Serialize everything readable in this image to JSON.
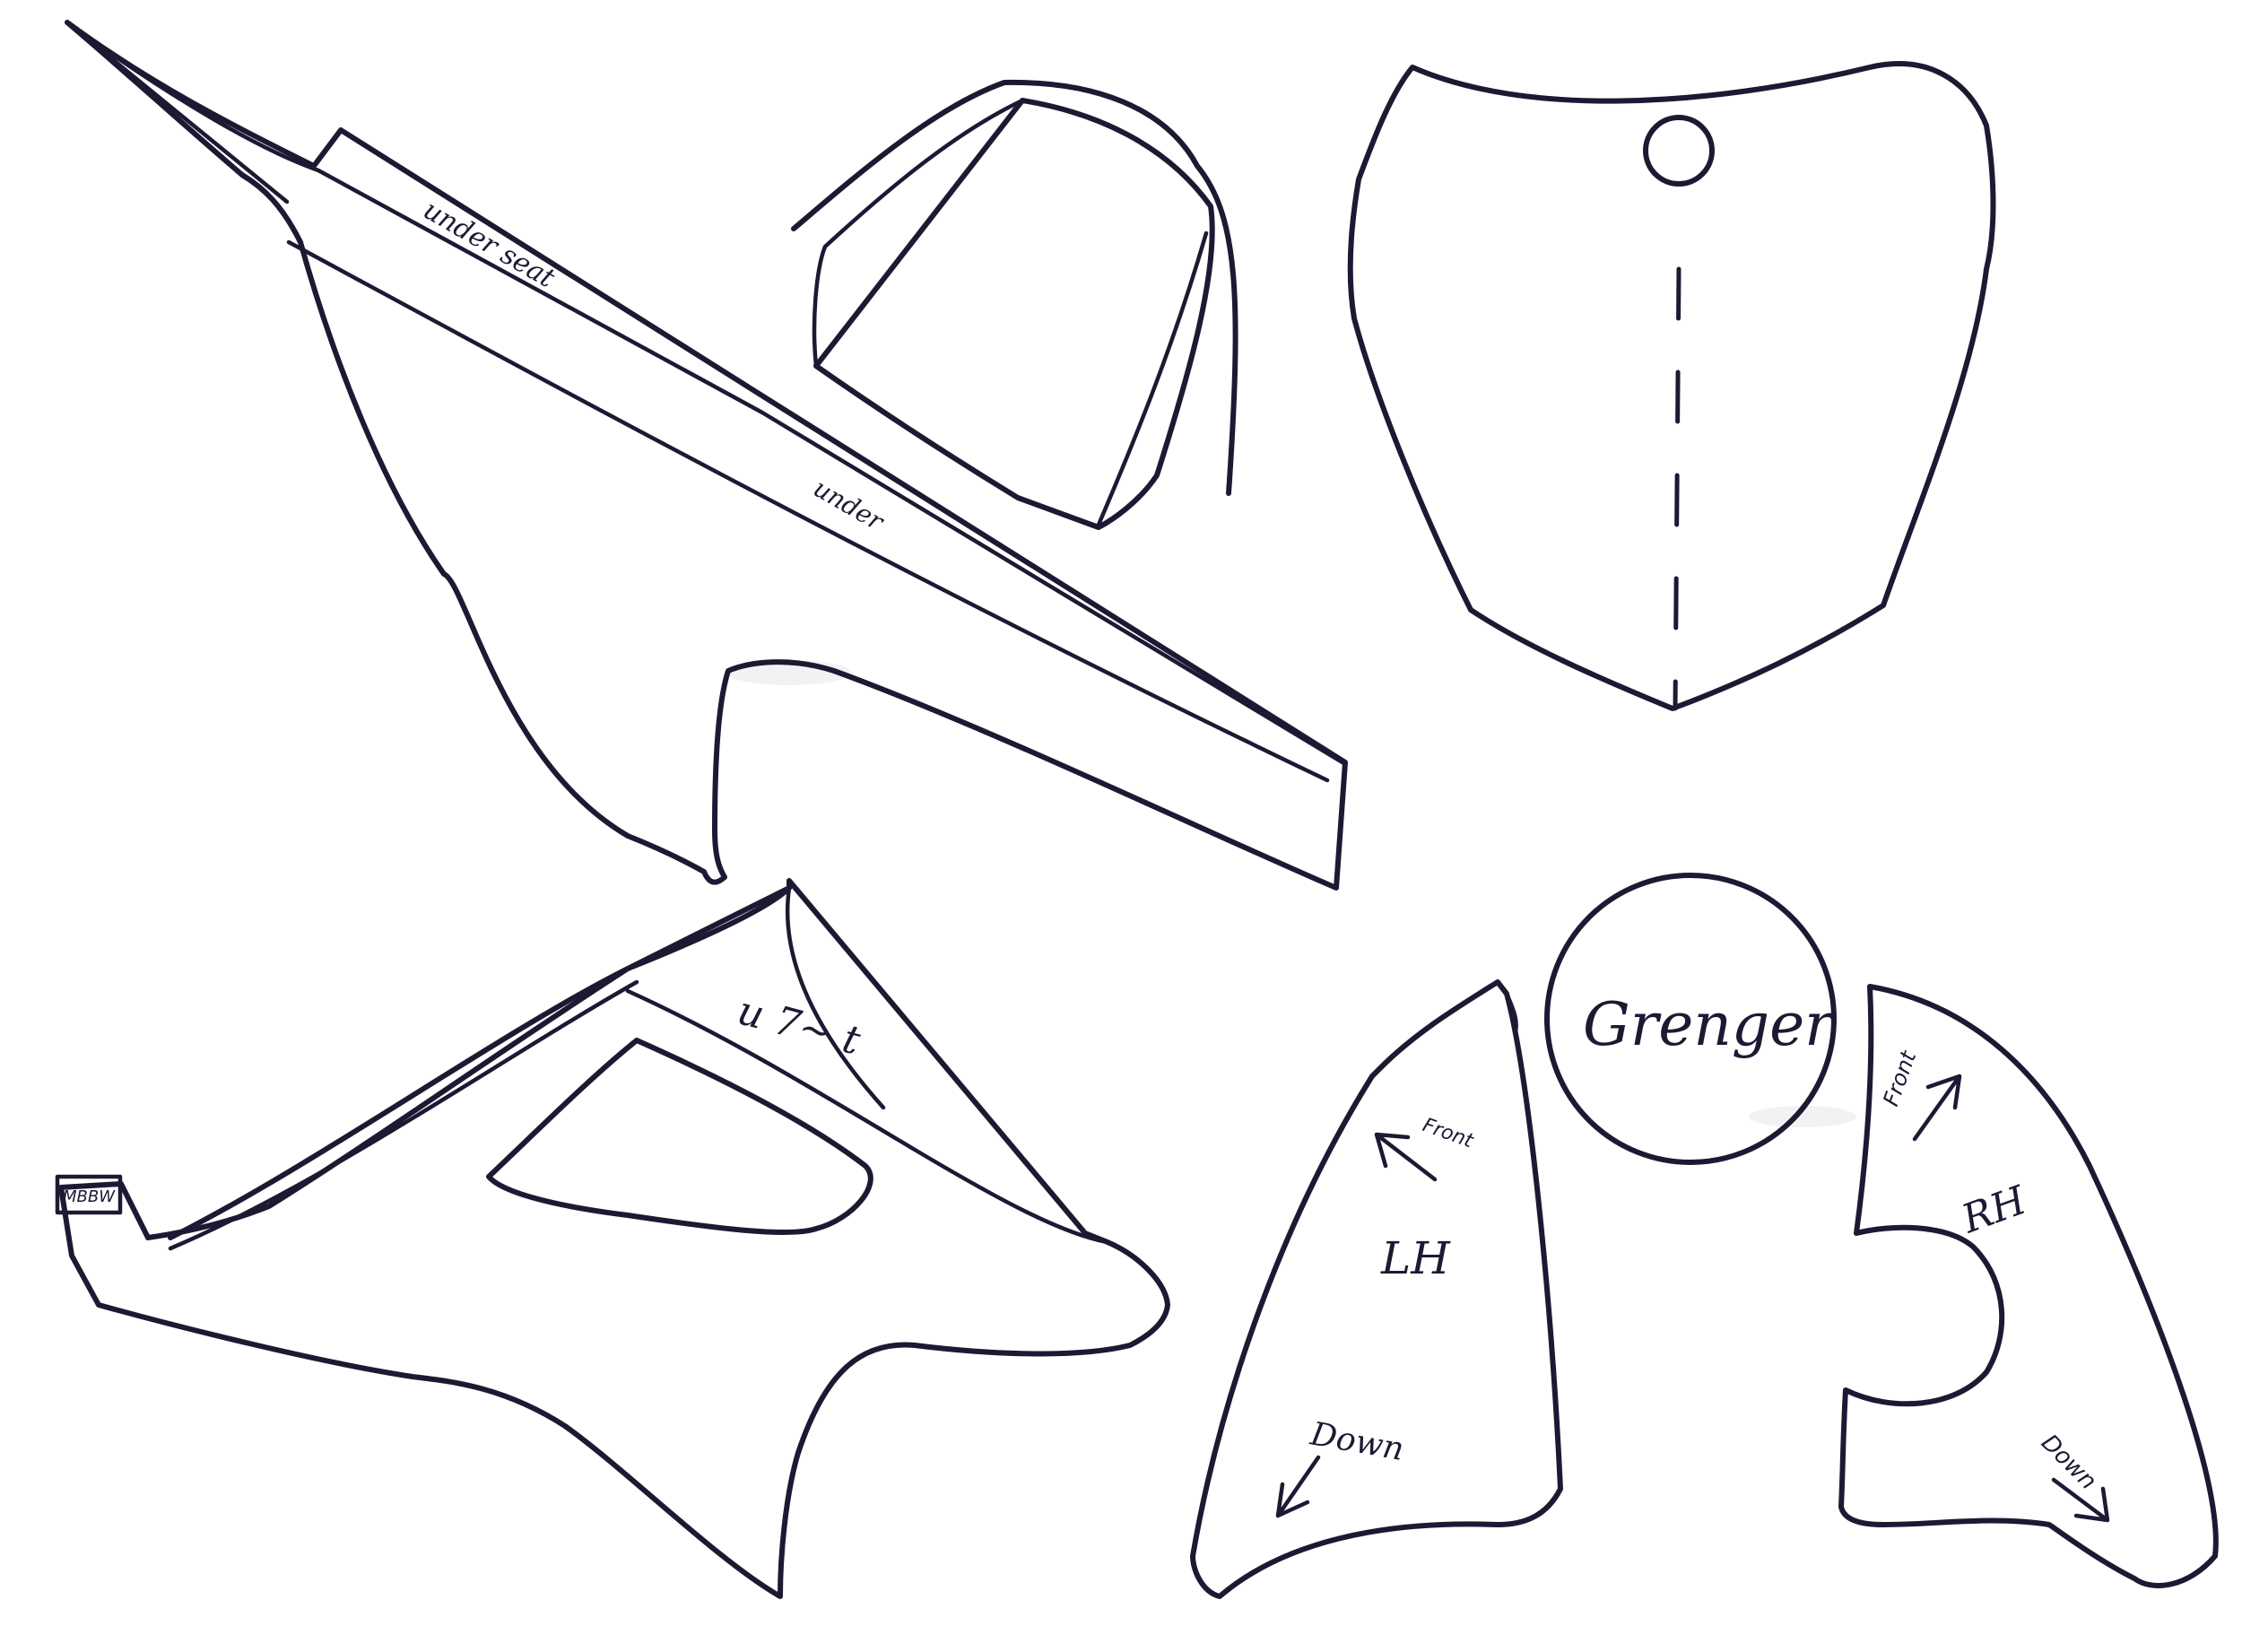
{
  "sheet": {
    "paper_color": "#ffffff",
    "ink_color": "#1c1a33"
  },
  "labels": {
    "side_panel_upper": "under seat",
    "side_panel_lower": "under",
    "shroud_tab": "MBBW",
    "shroud_marks": "u 7~ t",
    "plate_lh_front": "Front",
    "plate_lh_side": "LH",
    "plate_lh_down": "Down",
    "sponsor_circle": "Grenger",
    "plate_rh_front": "Front",
    "plate_rh_side": "RH",
    "plate_rh_down": "Down"
  },
  "icons": {
    "arrow": "arrow-icon"
  }
}
